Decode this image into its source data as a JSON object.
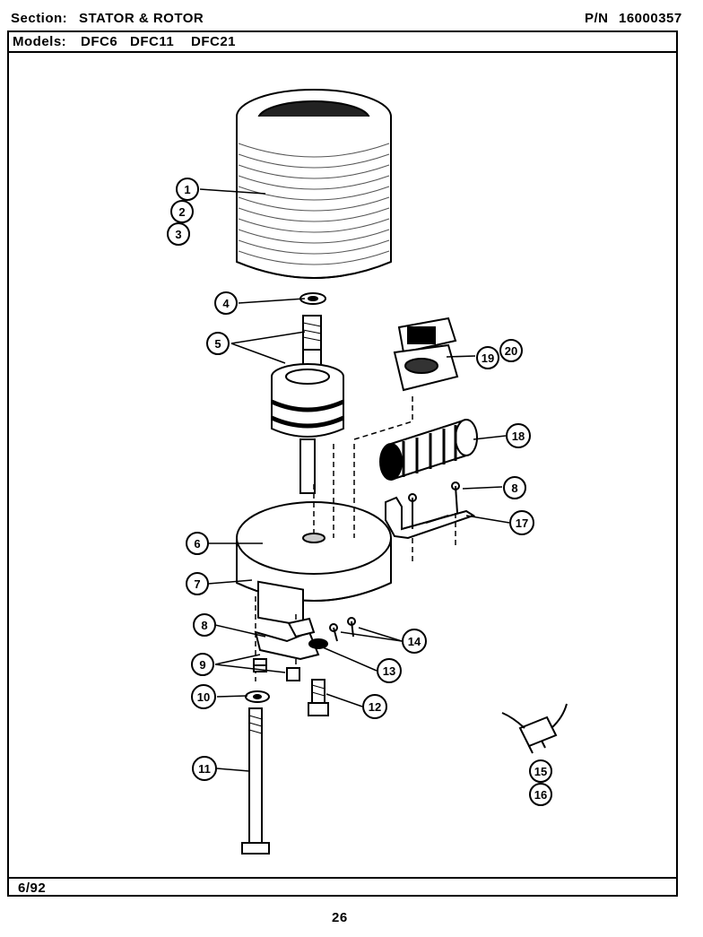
{
  "header": {
    "section_label": "Section:",
    "section_value": "STATOR & ROTOR",
    "pn_label": "P/N",
    "pn_value": "16000357",
    "models_label": "Models:",
    "models": [
      "DFC6",
      "DFC11",
      "DFC21"
    ]
  },
  "footer": {
    "date": "6/92",
    "page_number": "26"
  },
  "callouts": [
    "1",
    "2",
    "3",
    "4",
    "5",
    "6",
    "7",
    "8",
    "9",
    "10",
    "11",
    "12",
    "13",
    "14",
    "15",
    "16",
    "17",
    "18",
    "19",
    "20",
    "8"
  ],
  "colors": {
    "ink": "#000000",
    "paper": "#ffffff"
  }
}
